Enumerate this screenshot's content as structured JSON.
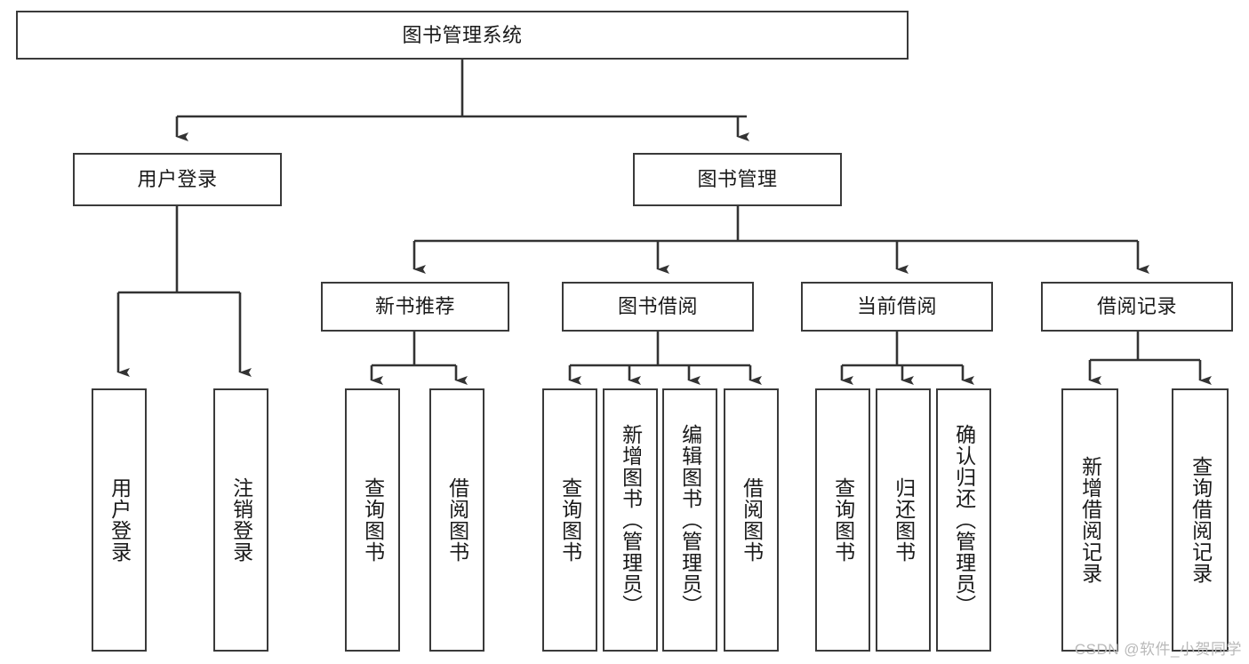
{
  "diagram": {
    "type": "tree",
    "title": "图书管理系统",
    "watermark": "CSDN @软件_小贺同学",
    "levels": [
      {
        "level": 1,
        "nodes": [
          {
            "id": "root",
            "label": "图书管理系统"
          }
        ]
      },
      {
        "level": 2,
        "nodes": [
          {
            "id": "user-login",
            "label": "用户登录",
            "parent": "root"
          },
          {
            "id": "book-manage",
            "label": "图书管理",
            "parent": "root"
          }
        ]
      },
      {
        "level": 3,
        "nodes": [
          {
            "id": "new-book-recommend",
            "label": "新书推荐",
            "parent": "book-manage"
          },
          {
            "id": "book-borrow",
            "label": "图书借阅",
            "parent": "book-manage"
          },
          {
            "id": "current-borrow",
            "label": "当前借阅",
            "parent": "book-manage"
          },
          {
            "id": "borrow-record",
            "label": "借阅记录",
            "parent": "book-manage"
          }
        ]
      },
      {
        "level": 4,
        "nodes": [
          {
            "id": "leaf-user-login",
            "label": "用户登录",
            "parent": "user-login"
          },
          {
            "id": "leaf-logout",
            "label": "注销登录",
            "parent": "user-login"
          },
          {
            "id": "leaf-query-book-1",
            "label": "查询图书",
            "parent": "new-book-recommend"
          },
          {
            "id": "leaf-borrow-book-1",
            "label": "借阅图书",
            "parent": "new-book-recommend"
          },
          {
            "id": "leaf-query-book-2",
            "label": "查询图书",
            "parent": "book-borrow"
          },
          {
            "id": "leaf-add-book",
            "label": "新增图书（管理员）",
            "parent": "book-borrow"
          },
          {
            "id": "leaf-edit-book",
            "label": "编辑图书（管理员）",
            "parent": "book-borrow"
          },
          {
            "id": "leaf-borrow-book-2",
            "label": "借阅图书",
            "parent": "book-borrow"
          },
          {
            "id": "leaf-query-book-3",
            "label": "查询图书",
            "parent": "current-borrow"
          },
          {
            "id": "leaf-return-book",
            "label": "归还图书",
            "parent": "current-borrow"
          },
          {
            "id": "leaf-confirm-return",
            "label": "确认归还（管理员）",
            "parent": "current-borrow"
          },
          {
            "id": "leaf-add-record",
            "label": "新增借阅记录",
            "parent": "borrow-record"
          },
          {
            "id": "leaf-query-record",
            "label": "查询借阅记录",
            "parent": "borrow-record"
          }
        ]
      }
    ]
  },
  "colors": {
    "box_border": "#3a3a3a",
    "connector": "#333333",
    "background": "#ffffff",
    "text": "#1a1a1a",
    "watermark": "#b9b9b9"
  }
}
